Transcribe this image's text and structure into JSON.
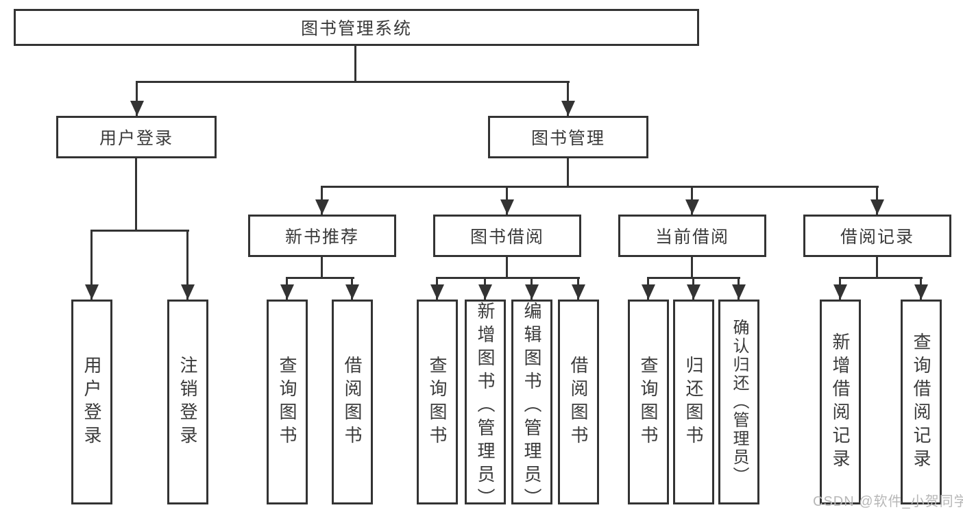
{
  "diagram": {
    "tree": {
      "root": {
        "label": "图书管理系统"
      },
      "branches": [
        {
          "label": "用户登录",
          "children": [
            {
              "label": "用户登录"
            },
            {
              "label": "注销登录"
            }
          ]
        },
        {
          "label": "图书管理",
          "children": [
            {
              "label": "新书推荐",
              "children": [
                {
                  "label": "查询图书"
                },
                {
                  "label": "借阅图书"
                }
              ]
            },
            {
              "label": "图书借阅",
              "children": [
                {
                  "label": "查询图书"
                },
                {
                  "label": "新增图书（管理员）"
                },
                {
                  "label": "编辑图书（管理员）"
                },
                {
                  "label": "借阅图书"
                }
              ]
            },
            {
              "label": "当前借阅",
              "children": [
                {
                  "label": "查询图书"
                },
                {
                  "label": "归还图书"
                },
                {
                  "label": "确认归还（管理员）"
                }
              ]
            },
            {
              "label": "借阅记录",
              "children": [
                {
                  "label": "新增借阅记录"
                },
                {
                  "label": "查询借阅记录"
                }
              ]
            }
          ]
        }
      ]
    },
    "watermark": {
      "text": "CSDN @软件_小贺同学",
      "color": "#b7b7b7"
    },
    "colors": {
      "line": "#333333",
      "text": "#3a3a3a",
      "background": "#ffffff"
    }
  }
}
